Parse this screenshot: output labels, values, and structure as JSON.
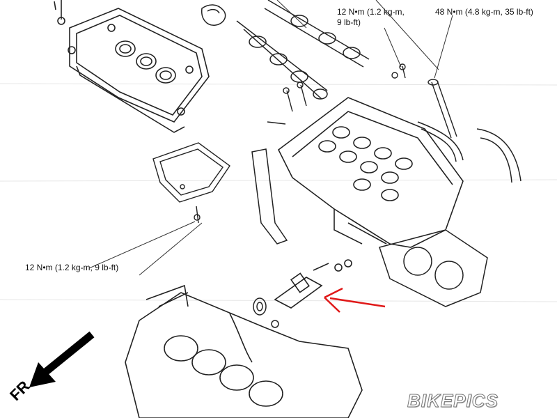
{
  "labels": {
    "torque_top_middle": "12 N•m (1.2 kg-m,\n9 lb-ft)",
    "torque_top_right": "48 N•m (4.8 kg-m, 35 lb-ft)",
    "torque_left": "12 N•m (1.2 kg-m, 9 lb-ft)"
  },
  "direction_label": "FR",
  "watermark": "BIKEPICS",
  "colors": {
    "line": "#222222",
    "highlight_arrow": "#e01818",
    "direction_arrow": "#000000"
  }
}
